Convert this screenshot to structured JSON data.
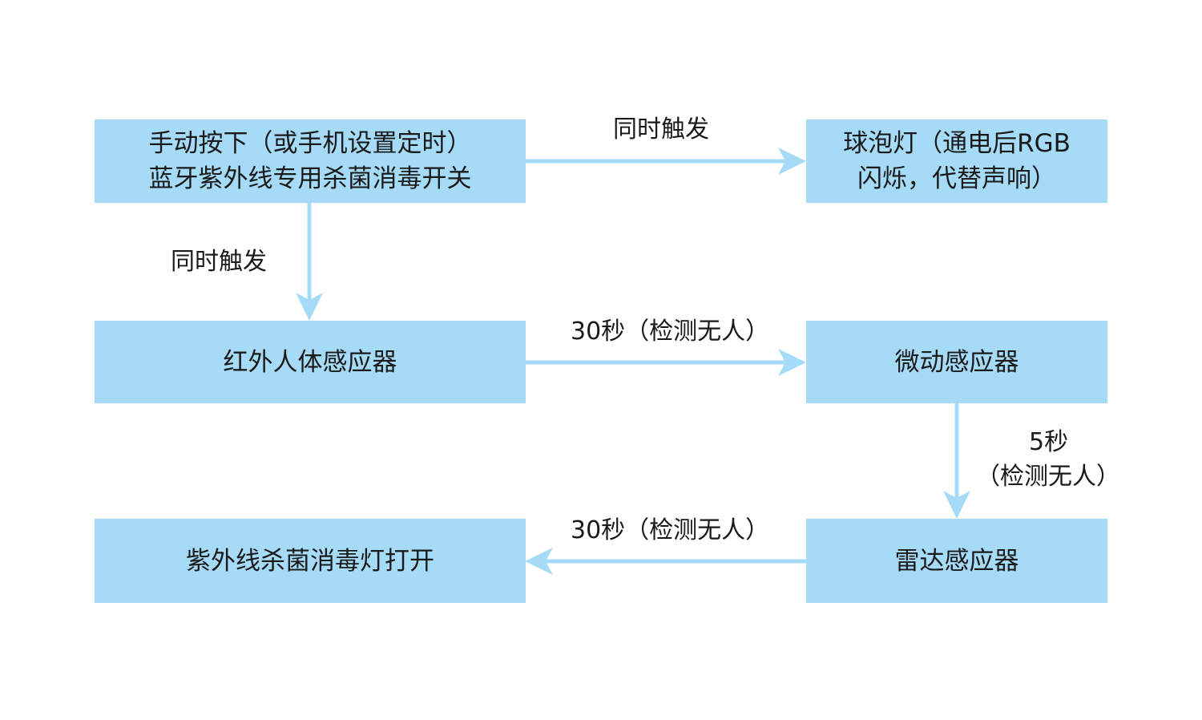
{
  "colors": {
    "box_fill": "#a6dbf7",
    "arrow": "#a6dbf7",
    "text": "#1a1a1a"
  },
  "nodes": {
    "manual_switch": {
      "line1": "手动按下（或手机设置定时）",
      "line2": "蓝牙紫外线专用杀菌消毒开关"
    },
    "bulb": {
      "line1": "球泡灯（通电后RGB",
      "line2": "闪烁，代替声响）"
    },
    "pir": {
      "text": "红外人体感应器"
    },
    "micro": {
      "text": "微动感应器"
    },
    "radar": {
      "text": "雷达感应器"
    },
    "uv_lamp": {
      "text": "紫外线杀菌消毒灯打开"
    }
  },
  "edges": {
    "switch_to_bulb": {
      "label": "同时触发"
    },
    "switch_to_pir": {
      "label": "同时触发"
    },
    "pir_to_micro": {
      "label": "30秒（检测无人）"
    },
    "micro_to_radar": {
      "line1": "5秒",
      "line2": "（检测无人）"
    },
    "radar_to_uv": {
      "label": "30秒（检测无人）"
    }
  }
}
